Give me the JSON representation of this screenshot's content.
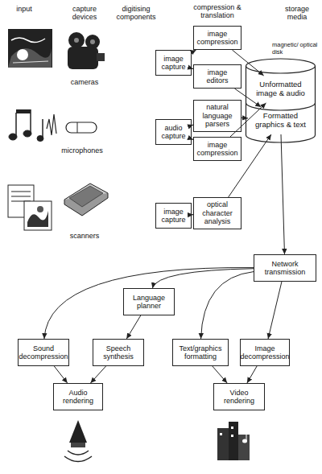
{
  "diagram": {
    "nodes": [
      {
        "text": [
          "image capture"
        ]
      },
      {
        "text": [
          "image compression"
        ]
      },
      {
        "text": [
          "image editors"
        ]
      },
      {
        "text": [
          "audio capture"
        ]
      },
      {
        "text": [
          "natural language parsers"
        ]
      },
      {
        "text": [
          "image compression"
        ]
      },
      {
        "text": [
          "image capture"
        ]
      },
      {
        "text": [
          "optical character analysis"
        ]
      },
      {
        "text": [
          "Unformatted image & audio"
        ]
      },
      {
        "text": [
          "Formatted graphics & text"
        ]
      },
      {
        "text": [
          "Network transmission"
        ]
      },
      {
        "text": [
          "Language planner"
        ]
      },
      {
        "text": [
          "Sound decompression"
        ]
      },
      {
        "text": [
          "Speech synthesis"
        ]
      },
      {
        "text": [
          "Text/graphics formatting"
        ]
      },
      {
        "text": [
          "Image decompression"
        ]
      },
      {
        "text": [
          "Audio rendering"
        ]
      },
      {
        "text": [
          "Video rendering"
        ]
      }
    ],
    "edges": [
      {
        "from": 0,
        "to": 1,
        "arrow": "to"
      },
      {
        "from": 0,
        "to": 2,
        "arrow": "to"
      },
      {
        "from": 1,
        "to": 8,
        "arrow": "to"
      },
      {
        "from": 2,
        "to": 9,
        "arrow": "to"
      },
      {
        "from": 3,
        "to": 4,
        "arrow": "to"
      },
      {
        "from": 3,
        "to": 5,
        "arrow": "to"
      },
      {
        "from": 4,
        "to": 9,
        "arrow": "to"
      },
      {
        "from": 5,
        "to": 8,
        "arrow": "to"
      },
      {
        "from": 6,
        "to": 7,
        "arrow": "to"
      },
      {
        "from": 7,
        "to": 9,
        "arrow": "to"
      },
      {
        "from": 9,
        "to": 10,
        "arrow": "to"
      },
      {
        "from": 10,
        "to": 11,
        "arrow": "to"
      },
      {
        "from": 10,
        "to": 12,
        "arrow": "to"
      },
      {
        "from": 10,
        "to": 14,
        "arrow": "to"
      },
      {
        "from": 10,
        "to": 15,
        "arrow": "to"
      },
      {
        "from": 11,
        "to": 13,
        "arrow": "to"
      },
      {
        "from": 12,
        "to": 16,
        "arrow": "to"
      },
      {
        "from": 13,
        "to": 16,
        "arrow": "to"
      },
      {
        "from": 14,
        "to": 17,
        "arrow": "to"
      },
      {
        "from": 15,
        "to": 17,
        "arrow": "to"
      }
    ],
    "labels": [
      "input",
      "capture devices",
      "digitising components",
      "compression & translation",
      "storage media",
      "cameras",
      "microphones",
      "scanners",
      "magnetic/ optical disk"
    ]
  }
}
